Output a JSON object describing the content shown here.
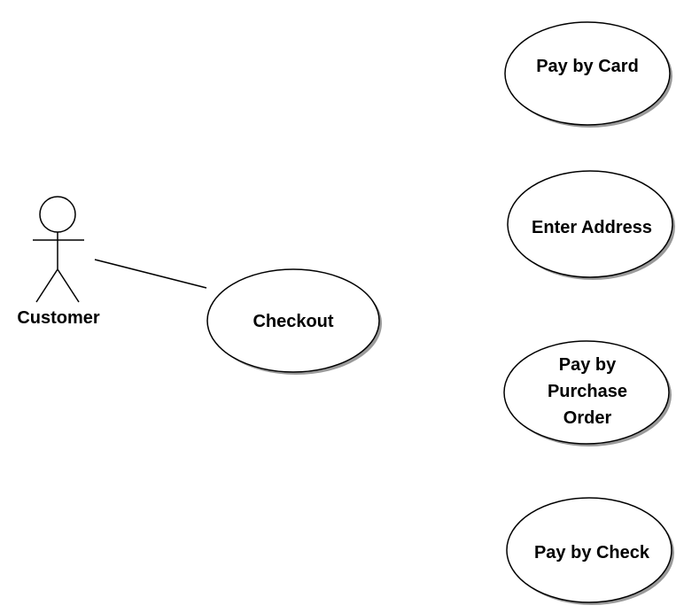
{
  "actor": {
    "label": "Customer"
  },
  "use_cases": {
    "checkout": {
      "label": "Checkout"
    },
    "pay_by_card": {
      "label": "Pay by Card"
    },
    "enter_address": {
      "label": "Enter Address"
    },
    "pay_by_purchase_order": {
      "lines": [
        "Pay by",
        "Purchase",
        "Order"
      ]
    },
    "pay_by_check": {
      "label": "Pay by Check"
    }
  },
  "associations": [
    {
      "from": "actor",
      "to": "checkout"
    }
  ],
  "colors": {
    "stroke": "#000000",
    "fill": "#ffffff",
    "shadow": "#9a9a9a"
  }
}
